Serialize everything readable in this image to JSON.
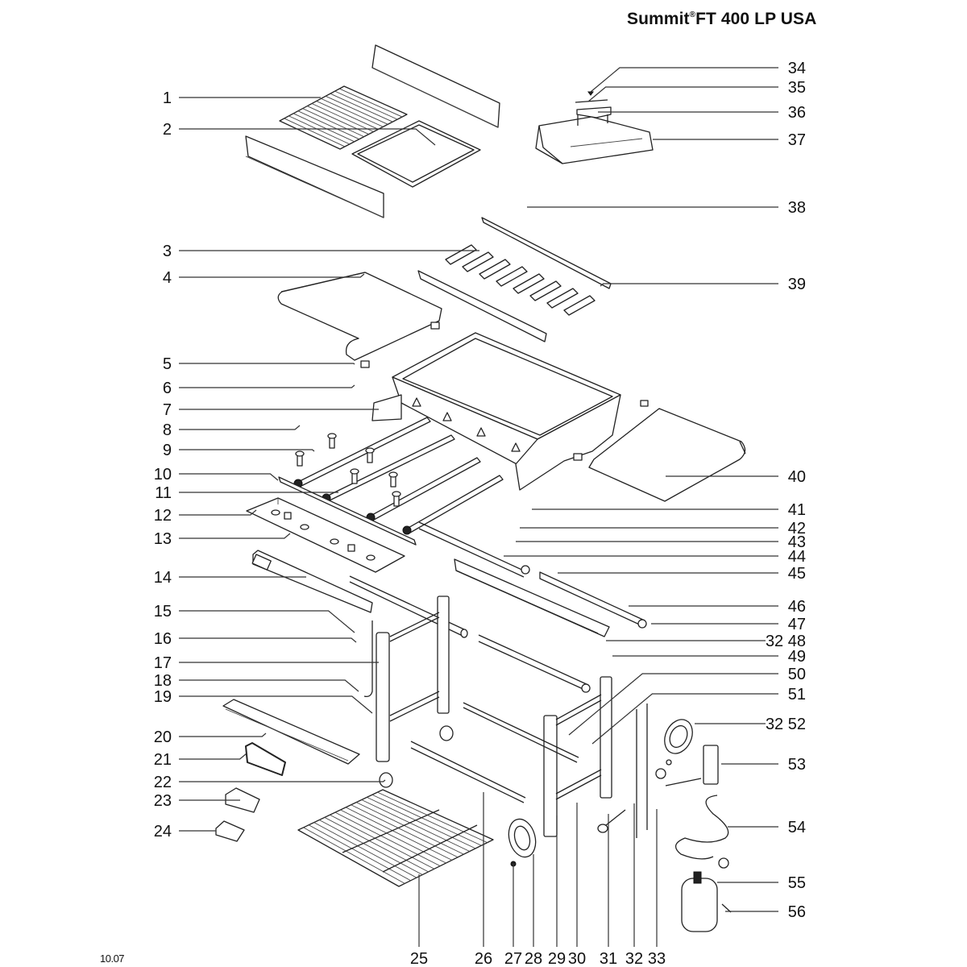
{
  "title": {
    "brand": "Summit",
    "mark": "®",
    "model": "FT 400 LP USA"
  },
  "revision": "10.07",
  "callouts": {
    "left": [
      "1",
      "2",
      "3",
      "4",
      "5",
      "6",
      "7",
      "8",
      "9",
      "10",
      "11",
      "12",
      "13",
      "14",
      "15",
      "16",
      "17",
      "18",
      "19",
      "20",
      "21",
      "22",
      "23",
      "24"
    ],
    "right": [
      "34",
      "35",
      "36",
      "37",
      "38",
      "39",
      "40",
      "41",
      "42",
      "43",
      "44",
      "45",
      "46",
      "47",
      "32 48",
      "49",
      "50",
      "51",
      "32 52",
      "53",
      "54",
      "55",
      "56"
    ],
    "bottom": [
      "25",
      "26",
      "27",
      "28",
      "29",
      "30",
      "31",
      "32",
      "33"
    ]
  },
  "parts": [
    {
      "id": "1",
      "depicts": "cooking grate"
    },
    {
      "id": "2",
      "depicts": "griddle plate"
    },
    {
      "id": "3",
      "depicts": "flavorizer bars"
    },
    {
      "id": "4",
      "depicts": "left side shelf"
    },
    {
      "id": "7",
      "depicts": "cookbox"
    },
    {
      "id": "12",
      "depicts": "control panel"
    },
    {
      "id": "14",
      "depicts": "front frame bar"
    },
    {
      "id": "17",
      "depicts": "cart leg"
    },
    {
      "id": "20",
      "depicts": "grease tray"
    },
    {
      "id": "21",
      "depicts": "catch pan holder"
    },
    {
      "id": "23",
      "depicts": "catch pan"
    },
    {
      "id": "24",
      "depicts": "drip pan liner"
    },
    {
      "id": "25",
      "depicts": "bottom shelf rack"
    },
    {
      "id": "26",
      "depicts": "cross bar"
    },
    {
      "id": "28",
      "depicts": "wheel"
    },
    {
      "id": "37",
      "depicts": "lid"
    },
    {
      "id": "38",
      "depicts": "wind deflectors"
    },
    {
      "id": "39",
      "depicts": "flavorizer bar rail"
    },
    {
      "id": "40",
      "depicts": "right side shelf"
    },
    {
      "id": "53",
      "depicts": "fuel scale"
    },
    {
      "id": "54",
      "depicts": "gas hose"
    },
    {
      "id": "55",
      "depicts": "LP tank"
    }
  ]
}
